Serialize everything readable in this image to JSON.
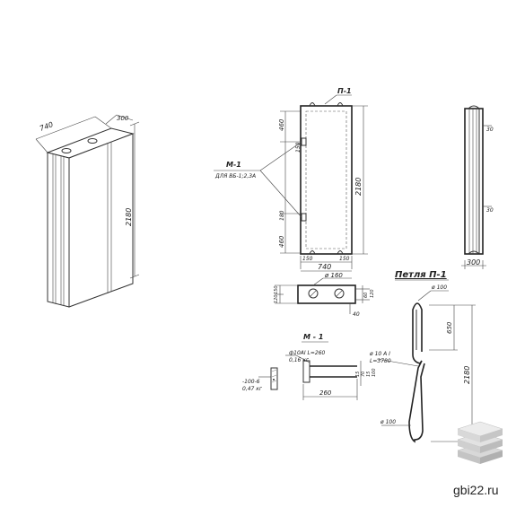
{
  "iso_view": {
    "dim_width": "740",
    "dim_thickness": "300",
    "dim_height": "2180"
  },
  "front_view": {
    "loop_label": "П-1",
    "dim_top": "460",
    "dim_bottom": "460",
    "dim_mid": "180",
    "dim_side": "150",
    "dim_height": "2180",
    "dim_bottom_left": "150",
    "dim_bottom_right": "150",
    "dim_width": "740",
    "part_label": "М-1",
    "part_note": "ДЛЯ ВБ-1;2,3А"
  },
  "side_view": {
    "dim_thickness": "300",
    "dim_a": "30",
    "dim_b": "30"
  },
  "plan_view": {
    "dim_hole": "ø 160",
    "dim_left_a": "150",
    "dim_left_b": "120",
    "dim_right_a": "60",
    "dim_right_b": "120",
    "dim_bottom": "40"
  },
  "loop_detail": {
    "title": "Петля П-1",
    "dim_top_radius": "ø 100",
    "dim_height": "650",
    "dim_total": "2180",
    "bar_note_1": "ø 10 А I",
    "bar_note_2": "L=3780",
    "dim_bottom_radius": "ø 100"
  },
  "m1_detail": {
    "title": "М - 1",
    "rod_note_1": "ф10АI L=260",
    "rod_note_2": "0,16 кг",
    "plate_note_1": "-100-6",
    "plate_note_2": "0,47 кг",
    "dim_length": "260",
    "dim_a": "15",
    "dim_b": "70",
    "dim_c": "15",
    "dim_plate": "100"
  },
  "watermark": {
    "text": "gbi22.ru"
  }
}
